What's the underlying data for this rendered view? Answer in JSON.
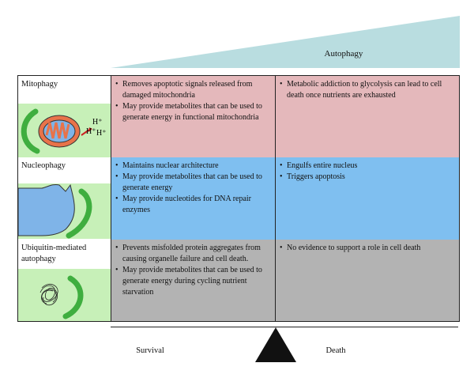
{
  "top_label": "Autophagy",
  "rows": [
    {
      "name": "Mitophagy",
      "survival": [
        "Removes apoptotic signals released from damaged mitochondria",
        "May provide metabolites that can be used to generate energy in functional mitochondria"
      ],
      "death": [
        "Metabolic addiction to glycolysis can lead to cell death once nutrients are exhausted"
      ],
      "ions": [
        "H⁺",
        "H⁺",
        "H⁺"
      ]
    },
    {
      "name": "Nucleophagy",
      "survival": [
        "Maintains nuclear architecture",
        "May provide metabolites that can be used to generate energy",
        "May provide nucleotides for DNA repair enzymes"
      ],
      "death": [
        "Engulfs entire nucleus",
        "Triggers apoptosis"
      ]
    },
    {
      "name": "Ubiquitin-mediated autophagy",
      "survival": [
        "Prevents misfolded protein aggregates from causing organelle failure and cell death.",
        "May provide metabolites that can be used to generate energy during cycling nutrient starvation"
      ],
      "death": [
        "No evidence to support a role in cell death"
      ]
    }
  ],
  "balance": {
    "left_label": "Survival",
    "right_label": "Death"
  },
  "colors": {
    "wedge": "#b9dde0",
    "mitophagy": "#e4b8bb",
    "nucleophagy": "#7fbff0",
    "ubiquitin": "#b3b3b3",
    "phagophore": "#3fae3f",
    "icon_bg": "#c7f0b8"
  }
}
